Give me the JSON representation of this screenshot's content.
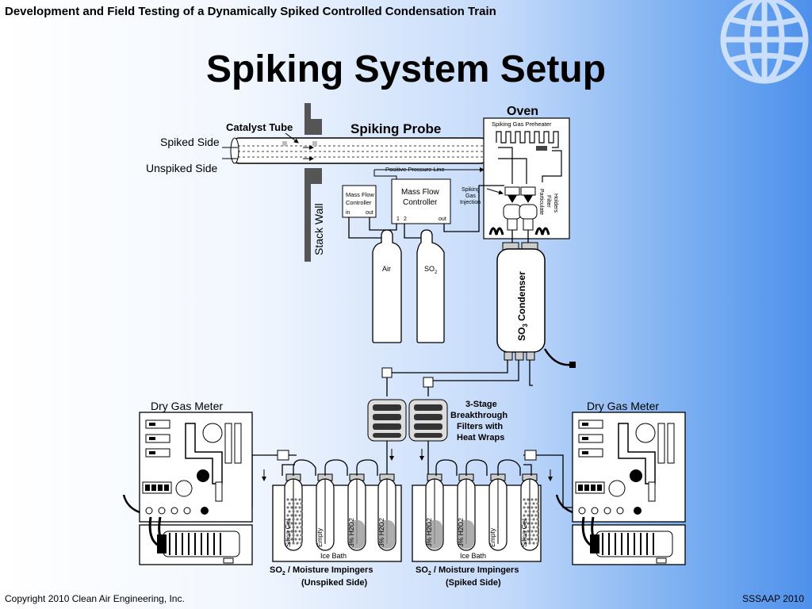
{
  "header": {
    "title": "Development and Field Testing of a Dynamically Spiked Controlled Condensation Train"
  },
  "slide": {
    "title": "Spiking System Setup"
  },
  "footer": {
    "copyright": "Copyright 2010 Clean Air Engineering, Inc.",
    "event": "SSSAAP 2010"
  },
  "diagram": {
    "oven": "Oven",
    "preheater": "Spiking Gas Preheater",
    "catalyst_tube": "Catalyst Tube",
    "spiking_probe": "Spiking Probe",
    "spiked_side": "Spiked Side",
    "unspiked_side": "Unspiked Side",
    "stack_wall": "Stack Wall",
    "positive_pressure_line": "Positive Pressure Line",
    "mfc_small_line1": "Mass Flow",
    "mfc_small_line2": "Controller",
    "mfc_small_in": "in",
    "mfc_small_out": "out",
    "mfc_large_line1": "Mass Flow",
    "mfc_large_line2": "Controller",
    "mfc_large_port1": "1",
    "mfc_large_port2": "2",
    "mfc_large_out": "out",
    "spiking_injection_line1": "Spiking",
    "spiking_injection_line2": "Gas",
    "spiking_injection_line3": "Injection",
    "filter_holders_line1": "Particulate",
    "filter_holders_line2": "Filter",
    "filter_holders_line3": "Holders",
    "cylinder_air": "Air",
    "cylinder_so2": "SO",
    "condenser": "SO",
    "condenser_suffix": " Condenser",
    "breakthrough_line1": "3-Stage",
    "breakthrough_line2": "Breakthrough",
    "breakthrough_line3": "Filters with",
    "breakthrough_line4": "Heat Wraps",
    "dgm_left": "Dry Gas Meter",
    "dgm_right": "Dry Gas Meter",
    "silica_gel": "Silica Gel",
    "empty": "Empty",
    "h2o2": "3% H2O2",
    "ice_bath": "Ice Bath",
    "impingers_left_line1": "SO",
    "impingers_left_line1b": " / Moisture Impingers",
    "impingers_left_line2": "(Unspiked Side)",
    "impingers_right_line1": "SO",
    "impingers_right_line1b": " / Moisture Impingers",
    "impingers_right_line2": "(Spiked Side)",
    "subscript_2": "2",
    "subscript_3": "3"
  },
  "icons": {
    "globe": "globe-logo-icon"
  }
}
